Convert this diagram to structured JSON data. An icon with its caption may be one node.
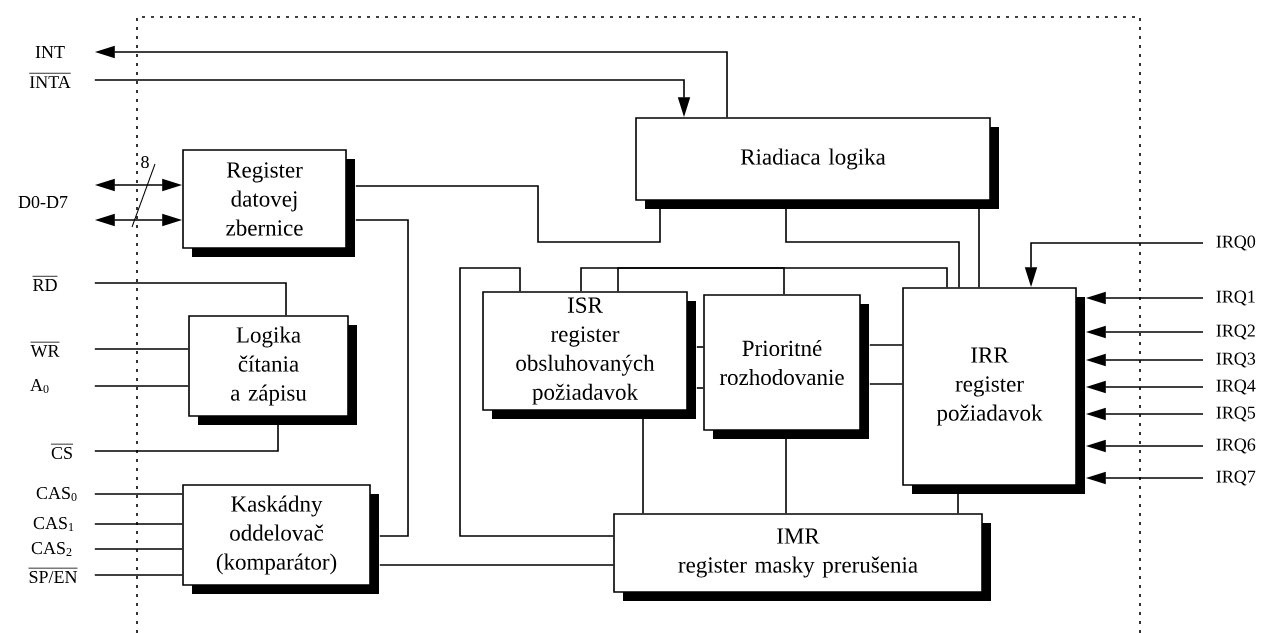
{
  "diagram": {
    "nodes": [
      {
        "text": [
          "INT"
        ]
      },
      {
        "text": [
          "INTA"
        ]
      },
      {
        "text": [
          "Riadiaca logika"
        ]
      },
      {
        "text": [
          "D0-D7"
        ]
      },
      {
        "text": [
          "Register datovej zbernice"
        ]
      },
      {
        "text": [
          "IRQ0"
        ]
      },
      {
        "text": [
          "RD"
        ]
      },
      {
        "text": [
          "ISR",
          "register obsluhovaných požiadavok"
        ]
      },
      {
        "text": [
          "Prioritné rozhodovanie"
        ]
      },
      {
        "text": [
          "IRR",
          "register požiadavok"
        ]
      },
      {
        "text": [
          "IRQ1"
        ]
      },
      {
        "text": [
          "IRQ2"
        ]
      },
      {
        "text": [
          "IRQ3"
        ]
      },
      {
        "text": [
          "IRQ4"
        ]
      },
      {
        "text": [
          "IRQ5"
        ]
      },
      {
        "text": [
          "IRQ6"
        ]
      },
      {
        "text": [
          "IRQ7"
        ]
      },
      {
        "text": [
          "WR"
        ]
      },
      {
        "text": [
          "Logika čítania a zápisu"
        ]
      },
      {
        "text": [
          "A$_{0}$"
        ]
      },
      {
        "text": [
          "CS"
        ]
      },
      {
        "text": [
          "CAS$_{0}$"
        ]
      },
      {
        "text": [
          "CAS$_{1}$"
        ]
      },
      {
        "text": [
          "CAS$_{2}$"
        ]
      },
      {
        "text": [
          "SP/EN"
        ]
      },
      {
        "text": [
          "Kaskádny oddelovač (komparátor)"
        ]
      },
      {
        "text": [
          "IMR",
          "register masky prerušenia"
        ]
      }
    ],
    "edges": [
      {
        "from": 2,
        "to": 0,
        "arrow": "to"
      },
      {
        "from": 1,
        "to": 2,
        "arrow": "to"
      },
      {
        "from": 3,
        "to": 4,
        "arrow": "both"
      },
      {
        "from": 3,
        "to": 4,
        "arrow": "both"
      },
      {
        "from": 4,
        "to": 2,
        "arrow": "none"
      },
      {
        "from": 2,
        "to": 9,
        "arrow": "none"
      },
      {
        "from": 2,
        "to": 9,
        "arrow": "none"
      },
      {
        "from": 5,
        "to": 9,
        "arrow": "to"
      },
      {
        "from": 6,
        "to": 18,
        "arrow": "none"
      },
      {
        "from": 7,
        "to": 9,
        "arrow": "none"
      },
      {
        "from": 7,
        "to": 8,
        "arrow": "none"
      },
      {
        "from": 26,
        "to": 7,
        "arrow": "none"
      },
      {
        "from": 7,
        "to": 8,
        "arrow": "none"
      },
      {
        "from": 7,
        "to": 8,
        "arrow": "none"
      },
      {
        "from": 8,
        "to": 9,
        "arrow": "none"
      },
      {
        "from": 8,
        "to": 9,
        "arrow": "none"
      },
      {
        "from": 10,
        "to": 9,
        "arrow": "to"
      },
      {
        "from": 11,
        "to": 9,
        "arrow": "to"
      },
      {
        "from": 12,
        "to": 9,
        "arrow": "to"
      },
      {
        "from": 13,
        "to": 9,
        "arrow": "to"
      },
      {
        "from": 14,
        "to": 9,
        "arrow": "to"
      },
      {
        "from": 15,
        "to": 9,
        "arrow": "to"
      },
      {
        "from": 16,
        "to": 9,
        "arrow": "to"
      },
      {
        "from": 17,
        "to": 18,
        "arrow": "none"
      },
      {
        "from": 19,
        "to": 18,
        "arrow": "none"
      },
      {
        "from": 20,
        "to": 18,
        "arrow": "none"
      },
      {
        "from": 21,
        "to": 25,
        "arrow": "none"
      },
      {
        "from": 22,
        "to": 25,
        "arrow": "none"
      },
      {
        "from": 23,
        "to": 25,
        "arrow": "none"
      },
      {
        "from": 24,
        "to": 25,
        "arrow": "none"
      },
      {
        "from": 4,
        "to": 25,
        "arrow": "none"
      },
      {
        "from": 25,
        "to": 26,
        "arrow": "none"
      },
      {
        "from": 7,
        "to": 26,
        "arrow": "none"
      },
      {
        "from": 8,
        "to": 26,
        "arrow": "none"
      },
      {
        "from": 9,
        "to": 26,
        "arrow": "none"
      }
    ],
    "labels": [
      "8"
    ]
  }
}
